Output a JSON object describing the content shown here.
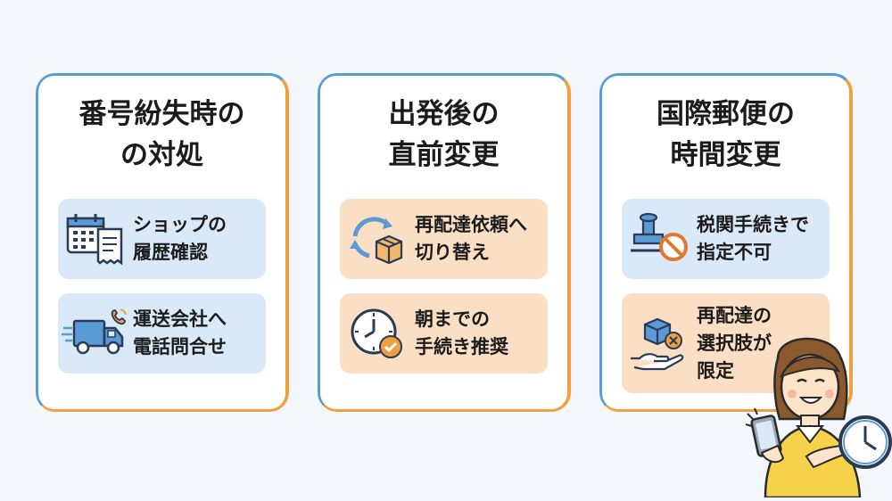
{
  "cards": [
    {
      "title": "番号紛失時の\nの対処",
      "items": [
        {
          "text": "ショップの\n履歴確認",
          "icon": "calendar-receipt-icon"
        },
        {
          "text": "運送会社へ\n電話問合せ",
          "icon": "delivery-truck-phone-icon"
        }
      ]
    },
    {
      "title": "出発後の\n直前変更",
      "items": [
        {
          "text": "再配達依頼へ\n切り替え",
          "icon": "redelivery-box-icon"
        },
        {
          "text": "朝までの\n手続き推奨",
          "icon": "clock-check-icon"
        }
      ]
    },
    {
      "title": "国際郵便の\n時間変更",
      "items": [
        {
          "text": "税関手続きで\n指定不可",
          "icon": "customs-stamp-prohibited-icon"
        },
        {
          "text": "再配達の\n選択肢が\n限定",
          "icon": "package-hand-cancel-icon"
        }
      ]
    }
  ],
  "colors": {
    "blue": "#5b9bd5",
    "orange": "#f0a040",
    "item_blue": "#d9e9f8",
    "item_peach": "#fbdfc5"
  }
}
